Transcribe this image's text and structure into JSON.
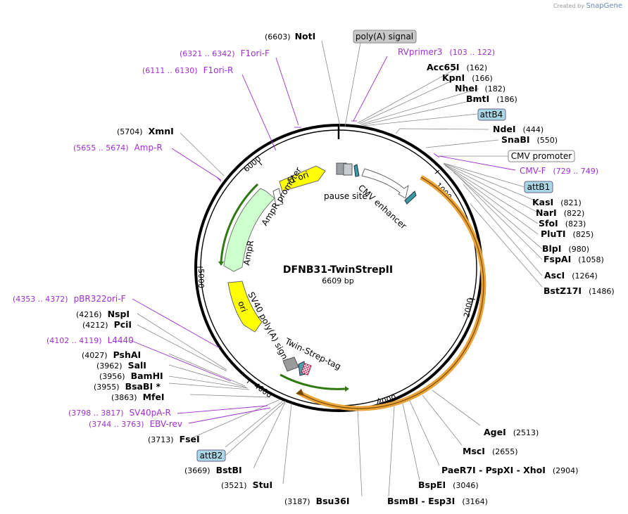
{
  "credit": {
    "prefix": "Created by",
    "brand": "SnapGene"
  },
  "map": {
    "name": "DFNB31-TwinStrepII",
    "length_label": "6609 bp",
    "ticks": [
      "1000",
      "2000",
      "3000",
      "4000",
      "5000",
      "6000"
    ]
  },
  "sites": [
    {
      "id": "noti",
      "name": "NotI",
      "pos": "(6603)"
    },
    {
      "id": "acc65i",
      "name": "Acc65I",
      "pos": "(162)"
    },
    {
      "id": "kpni",
      "name": "KpnI",
      "pos": "(166)"
    },
    {
      "id": "nhei",
      "name": "NheI",
      "pos": "(182)"
    },
    {
      "id": "bmti",
      "name": "BmtI",
      "pos": "(186)"
    },
    {
      "id": "ndei",
      "name": "NdeI",
      "pos": "(444)"
    },
    {
      "id": "snabi",
      "name": "SnaBI",
      "pos": "(550)"
    },
    {
      "id": "kasi",
      "name": "KasI",
      "pos": "(821)"
    },
    {
      "id": "nari",
      "name": "NarI",
      "pos": "(822)"
    },
    {
      "id": "sfoi",
      "name": "SfoI",
      "pos": "(823)"
    },
    {
      "id": "pluti",
      "name": "PluTI",
      "pos": "(825)"
    },
    {
      "id": "blpi",
      "name": "BlpI",
      "pos": "(980)"
    },
    {
      "id": "fspai",
      "name": "FspAI",
      "pos": "(1058)"
    },
    {
      "id": "asci",
      "name": "AscI",
      "pos": "(1264)"
    },
    {
      "id": "bstz17i",
      "name": "BstZ17I",
      "pos": "(1486)"
    },
    {
      "id": "agei",
      "name": "AgeI",
      "pos": "(2513)"
    },
    {
      "id": "msci",
      "name": "MscI",
      "pos": "(2655)"
    },
    {
      "id": "paer7i",
      "name": "PaeR7I - PspXI - XhoI",
      "pos": "(2904)"
    },
    {
      "id": "bspei",
      "name": "BspEI",
      "pos": "(3046)"
    },
    {
      "id": "bsmbi",
      "name": "BsmBI - Esp3I",
      "pos": "(3164)"
    },
    {
      "id": "bsu36i",
      "name": "Bsu36I",
      "pos": "(3187)"
    },
    {
      "id": "stui",
      "name": "StuI",
      "pos": "(3521)"
    },
    {
      "id": "bstbi",
      "name": "BstBI",
      "pos": "(3669)"
    },
    {
      "id": "fsei",
      "name": "FseI",
      "pos": "(3713)"
    },
    {
      "id": "mfei",
      "name": "MfeI",
      "pos": "(3863)"
    },
    {
      "id": "bsabi",
      "name": "BsaBI *",
      "pos": "(3955)"
    },
    {
      "id": "bamhi",
      "name": "BamHI",
      "pos": "(3956)"
    },
    {
      "id": "sali",
      "name": "SalI",
      "pos": "(3962)"
    },
    {
      "id": "pshai",
      "name": "PshAI",
      "pos": "(4027)"
    },
    {
      "id": "pcli",
      "name": "PciI",
      "pos": "(4212)"
    },
    {
      "id": "nspi",
      "name": "NspI",
      "pos": "(4216)"
    },
    {
      "id": "xmni",
      "name": "XmnI",
      "pos": "(5704)"
    }
  ],
  "primers": [
    {
      "id": "rvprimer3",
      "name": "RVprimer3",
      "range": "(103 .. 122)"
    },
    {
      "id": "f1ori-f",
      "name": "F1ori-F",
      "range": "(6321 .. 6342)"
    },
    {
      "id": "f1ori-r",
      "name": "F1ori-R",
      "range": "(6111 .. 6130)"
    },
    {
      "id": "amp-r",
      "name": "Amp-R",
      "range": "(5655 .. 5674)"
    },
    {
      "id": "cmv-f",
      "name": "CMV-F",
      "range": "(729 .. 749)"
    },
    {
      "id": "pbr322ori-f",
      "name": "pBR322ori-F",
      "range": "(4353 .. 4372)"
    },
    {
      "id": "l4440",
      "name": "L4440",
      "range": "(4102 .. 4119)"
    },
    {
      "id": "sv40pa-r",
      "name": "SV40pA-R",
      "range": "(3798 .. 3817)"
    },
    {
      "id": "ebv-rev",
      "name": "EBV-rev",
      "range": "(3744 .. 3763)"
    }
  ],
  "boxes": [
    {
      "id": "polya",
      "text": "poly(A) signal"
    },
    {
      "id": "attb4",
      "text": "attB4"
    },
    {
      "id": "cmvprom",
      "text": "CMV promoter"
    },
    {
      "id": "attb1",
      "text": "attB1"
    },
    {
      "id": "attb2",
      "text": "attB2"
    }
  ],
  "features": {
    "f1_ori": "f1 ori",
    "ampr_promoter": "AmpR promoter",
    "ampr": "AmpR",
    "ori": "ori",
    "sv40": "SV40 poly(A) signal",
    "twin_strep": "Twin-Strep-tag",
    "pause_site": "pause site",
    "cmv_enhancer": "CMV enhancer"
  },
  "colors": {
    "primer": "#a030d0",
    "insert": "#e8a33a",
    "green_arrow": "#2f7a10",
    "ampr_fill": "#ccffcc",
    "yellow": "#ffff00",
    "attb_fill": "#a9d7e6"
  }
}
